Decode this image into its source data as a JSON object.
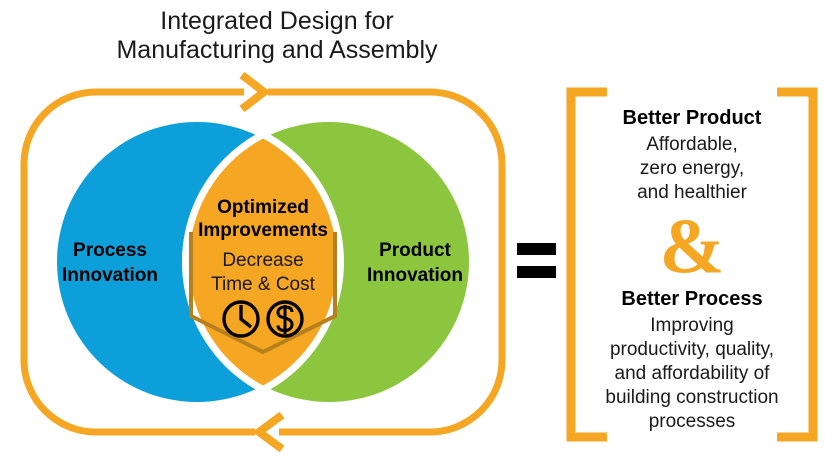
{
  "title": {
    "line1": "Integrated Design for",
    "line2": "Manufacturing and Assembly"
  },
  "venn": {
    "left_circle": {
      "label_line1": "Process",
      "label_line2": "Innovation",
      "color": "#0C9FDA"
    },
    "right_circle": {
      "label_line1": "Product",
      "label_line2": "Innovation",
      "color": "#8CC63E"
    },
    "overlap": {
      "color": "#F5A623",
      "heading_line1": "Optimized",
      "heading_line2": "Improvements",
      "sub_line1": "Decrease",
      "sub_line2": "Time & Cost",
      "badge_color": "#B8801C",
      "icons": [
        "clock-icon",
        "dollar-icon"
      ]
    },
    "loop": {
      "color": "#F5A623",
      "top_arrow_direction": "right",
      "bottom_arrow_direction": "left"
    }
  },
  "equals_sign": {
    "symbol": "=",
    "color": "#000000"
  },
  "results_panel": {
    "bracket_color": "#F5A623",
    "product": {
      "heading": "Better Product",
      "body_lines": [
        "Affordable,",
        "zero energy,",
        "and healthier"
      ]
    },
    "conjunction": "&",
    "process": {
      "heading": "Better Process",
      "body_lines": [
        "Improving",
        "productivity, quality,",
        "and affordability of",
        "building construction",
        "processes"
      ]
    }
  }
}
